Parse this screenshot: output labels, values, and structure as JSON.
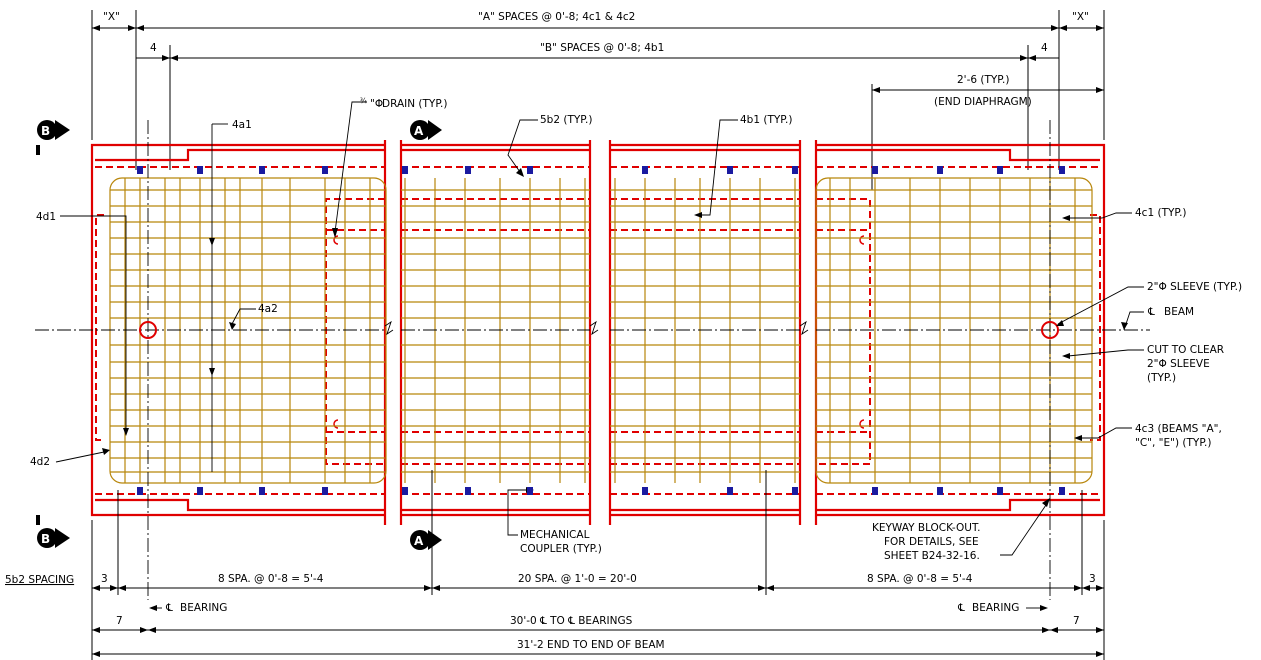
{
  "dimensions_top": {
    "x_left": "\"X\"",
    "x_right": "\"X\"",
    "a_spaces": "\"A\" SPACES @ 0'-8; 4c1 & 4c2",
    "b_spaces": "\"B\" SPACES @ 0'-8; 4b1",
    "four_left": "4",
    "four_right": "4",
    "end_diaphragm_dim": "2'-6 (TYP.)",
    "end_diaphragm": "(END DIAPHRAGM)"
  },
  "labels": {
    "drain": "DRAIN (TYP.)",
    "drain_frac": "3/4\" Φ",
    "b5b2": "5b2 (TYP.)",
    "b4b1": "4b1 (TYP.)",
    "a4a1": "4a1",
    "a4a2": "4a2",
    "d4d1": "4d1",
    "d4d2": "4d2",
    "c4c1": "4c1 (TYP.)",
    "sleeve": "2\"Φ SLEEVE (TYP.)",
    "cl_beam": "BEAM",
    "cut1": "CUT TO CLEAR",
    "cut2": "2\"Φ SLEEVE",
    "cut3": "(TYP.)",
    "c4c3_1": "4c3 (BEAMS \"A\",",
    "c4c3_2": "\"C\", \"E\") (TYP.)",
    "coupler1": "MECHANICAL",
    "coupler2": "COUPLER (TYP.)",
    "keyway1": "KEYWAY BLOCK-OUT.",
    "keyway2": "FOR DETAILS, SEE",
    "keyway3": "SHEET B24-32-16.",
    "section_a": "A",
    "section_b": "B",
    "cl_symbol": "℄"
  },
  "dimensions_bottom": {
    "spacing_label": "5b2 SPACING",
    "three_left": "3",
    "three_right": "3",
    "spa_left": "8 SPA. @ 0'-8 = 5'-4",
    "spa_mid": "20 SPA. @ 1'-0 = 20'-0",
    "spa_right": "8 SPA. @ 0'-8 = 5'-4",
    "bearing_left": "BEARING",
    "bearing_right": "BEARING",
    "seven_left": "7",
    "seven_right": "7",
    "cl_to_cl": "30'-0 ℄ TO ℄ BEARINGS",
    "end_to_end": "31'-2 END TO END OF BEAM"
  },
  "colors": {
    "beam": "#e00000",
    "rebar": "#b8860b",
    "coupler": "#1a1aa0"
  }
}
